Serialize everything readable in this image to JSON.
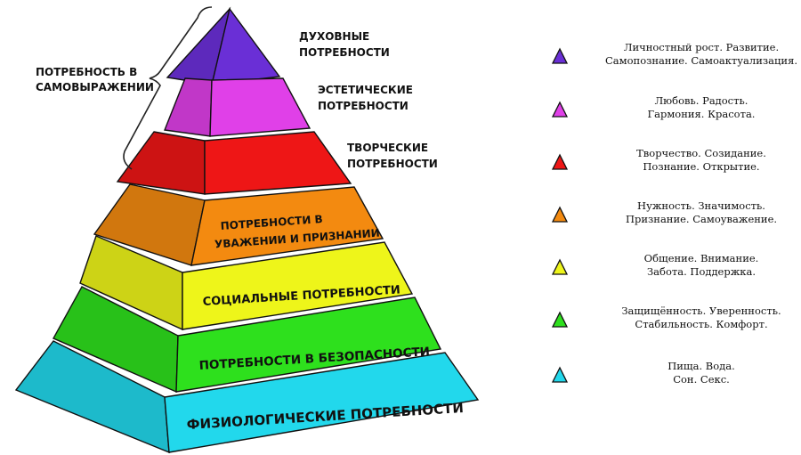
{
  "diagram": {
    "bracket_label": [
      "ПОТРЕБНОСТЬ В",
      "САМОВЫРАЖЕНИИ"
    ],
    "levels": [
      {
        "name": [
          "ДУХОВНЫЕ",
          "ПОТРЕБНОСТИ"
        ],
        "color": "#6a2fd6",
        "legend": [
          "Личностный рост. Развитие.",
          "Самопознание. Самоактуализация."
        ]
      },
      {
        "name": [
          "ЭСТЕТИЧЕСКИЕ",
          "ПОТРЕБНОСТИ"
        ],
        "color": "#e040e8",
        "legend": [
          "Любовь. Радость.",
          "Гармония. Красота."
        ]
      },
      {
        "name": [
          "ТВОРЧЕСКИЕ",
          "ПОТРЕБНОСТИ"
        ],
        "color": "#ee1616",
        "legend": [
          "Творчество. Созидание.",
          "Познание. Открытие."
        ]
      },
      {
        "name": [
          "ПОТРЕБНОСТИ В",
          "УВАЖЕНИИ И ПРИЗНАНИИ"
        ],
        "color": "#f38a10",
        "legend": [
          "Нужность. Значимость.",
          "Признание. Самоуважение."
        ]
      },
      {
        "name": [
          "СОЦИАЛЬНЫЕ ПОТРЕБНОСТИ"
        ],
        "color": "#eef51a",
        "legend": [
          "Общение. Внимание.",
          "Забота. Поддержка."
        ]
      },
      {
        "name": [
          "ПОТРЕБНОСТИ В БЕЗОПАСНОСТИ"
        ],
        "color": "#2ee01d",
        "legend": [
          "Защищённость. Уверенность.",
          "Стабильность. Комфорт."
        ]
      },
      {
        "name": [
          "ФИЗИОЛОГИЧЕСКИЕ ПОТРЕБНОСТИ"
        ],
        "color": "#22d8ec",
        "legend": [
          "Пища. Вода.",
          "Сон. Секс."
        ]
      }
    ]
  }
}
